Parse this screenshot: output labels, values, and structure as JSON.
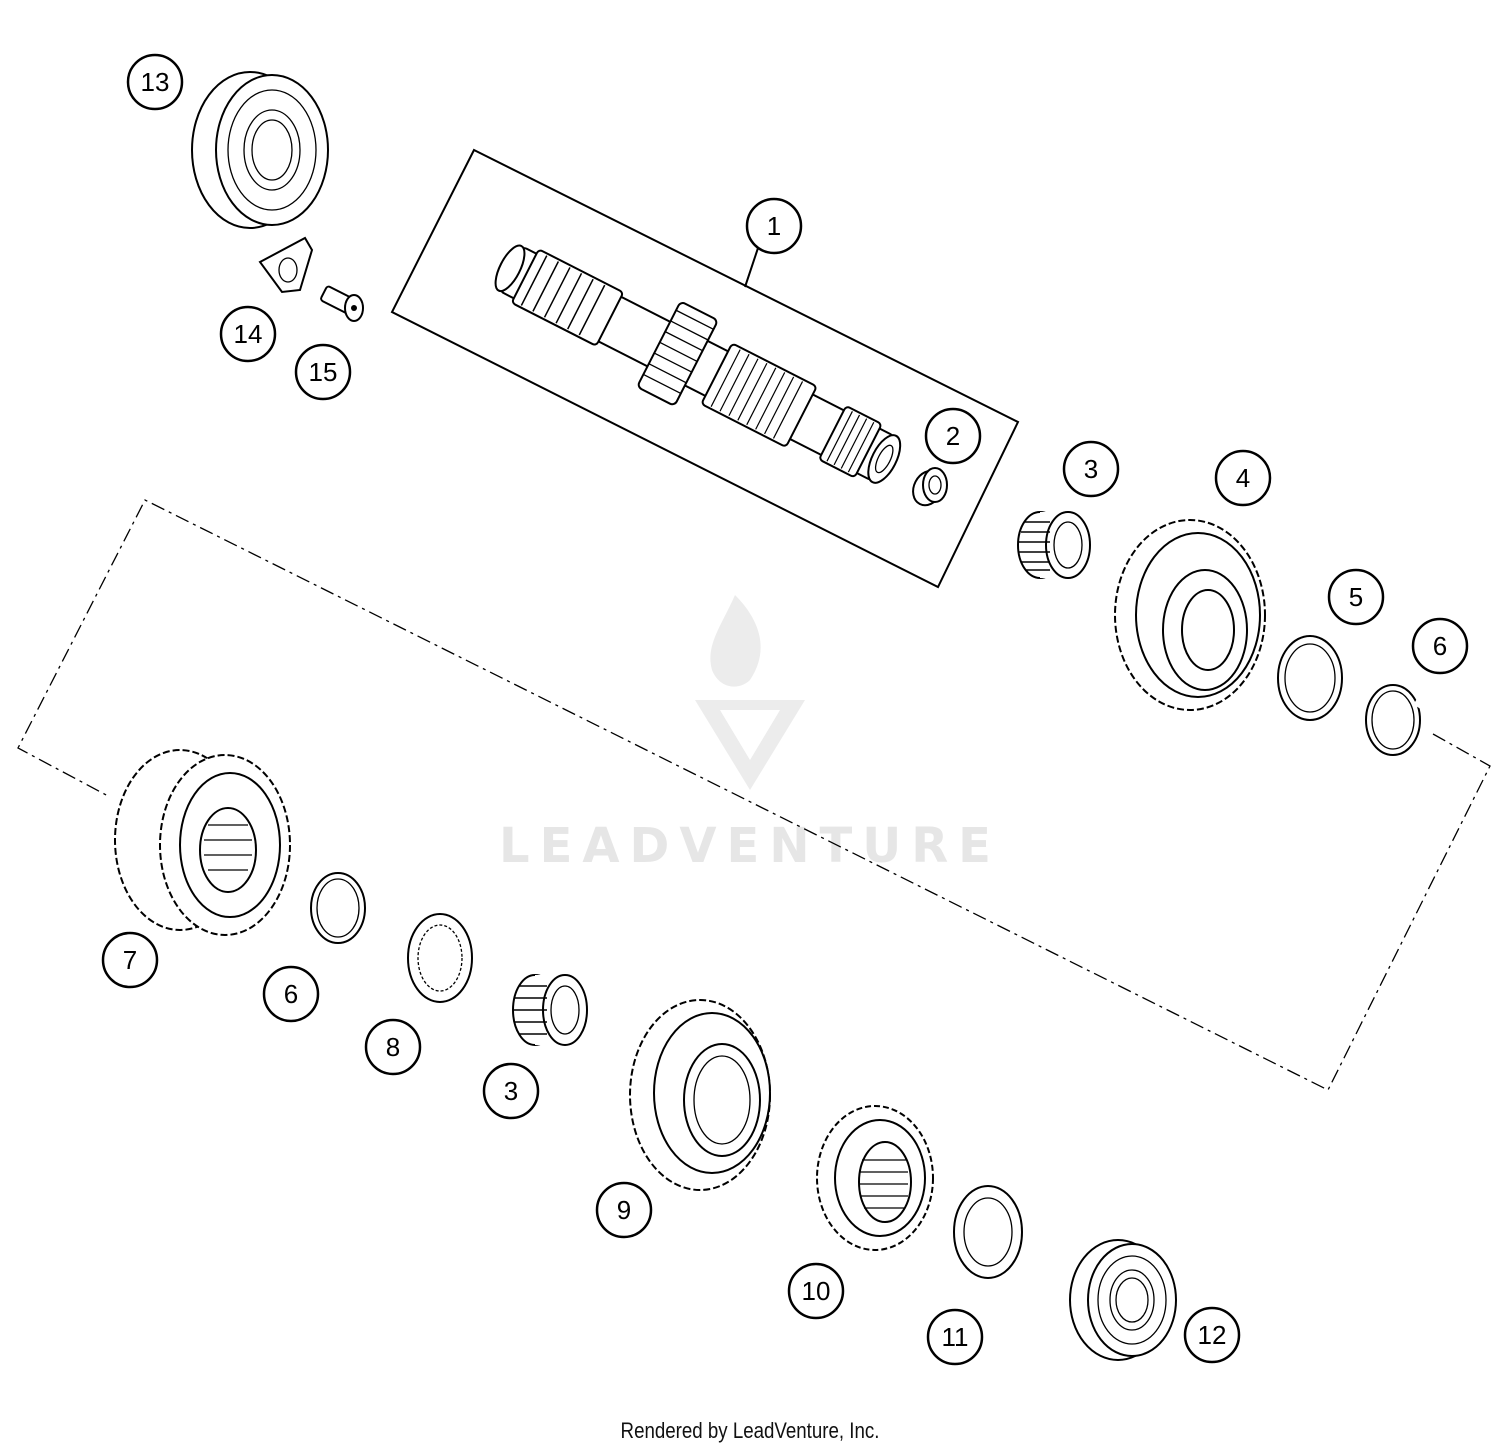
{
  "watermark": {
    "text": "LEADVENTURE"
  },
  "footer": {
    "credit": "Rendered by LeadVenture, Inc."
  },
  "callouts": [
    "1",
    "2",
    "3",
    "3",
    "4",
    "5",
    "6",
    "6",
    "7",
    "8",
    "9",
    "10",
    "11",
    "12",
    "13",
    "14",
    "15"
  ]
}
